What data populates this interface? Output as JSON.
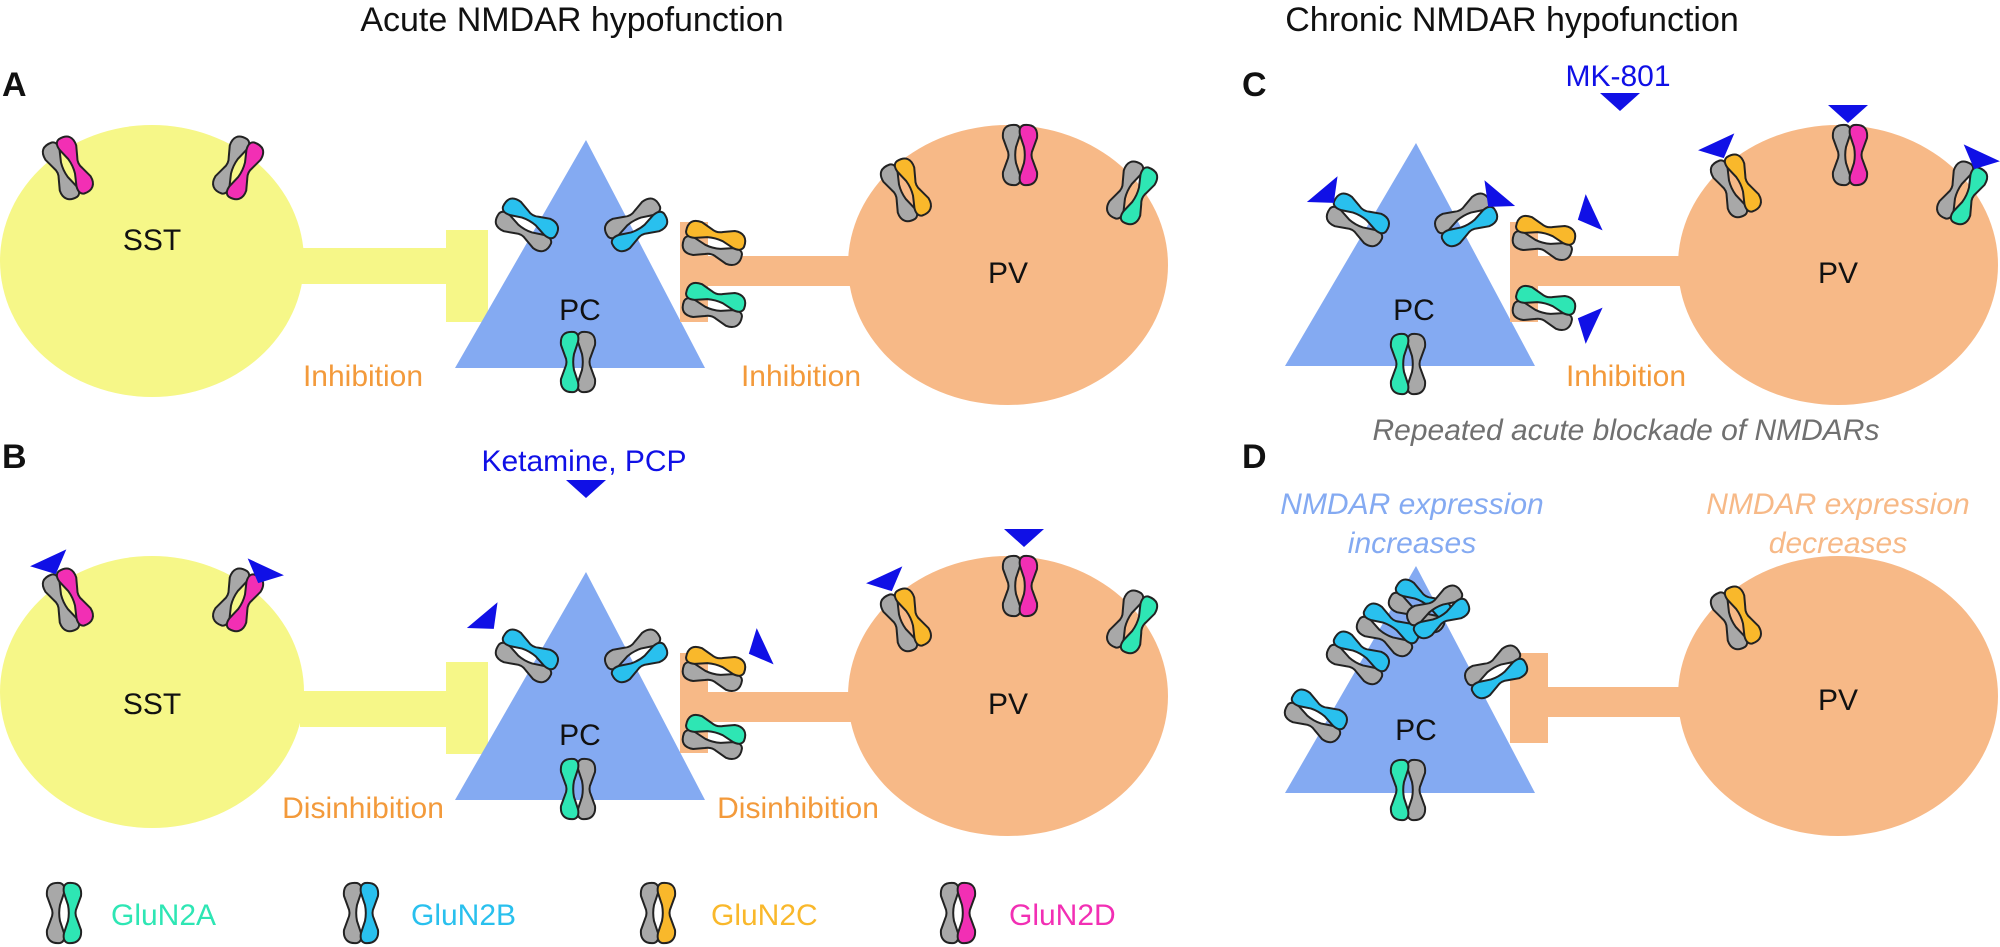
{
  "titles": {
    "acute": "Acute NMDAR hypofunction",
    "chronic": "Chronic NMDAR hypofunction"
  },
  "panels": {
    "a": "A",
    "b": "B",
    "c": "C",
    "d": "D"
  },
  "cells": {
    "sst": "SST",
    "pc": "PC",
    "pv": "PV"
  },
  "labels": {
    "inhibition": "Inhibition",
    "disinhibition": "Disinhibition",
    "ketamine": "Ketamine, PCP",
    "mk801": "MK-801",
    "repeated": "Repeated acute blockade of NMDARs",
    "increase_line1": "NMDAR expression",
    "increase_line2": "increases",
    "decrease_line1": "NMDAR expression",
    "decrease_line2": "decreases"
  },
  "legend": [
    {
      "label": "GluN2A",
      "color": "#2ee6b4"
    },
    {
      "label": "GluN2B",
      "color": "#29c0ee"
    },
    {
      "label": "GluN2C",
      "color": "#f9b82b"
    },
    {
      "label": "GluN2D",
      "color": "#f22fb4"
    }
  ],
  "colors": {
    "sst": "#f6f788",
    "pc": "#84aaf2",
    "pv": "#f7b987",
    "grey_subunit": "#a8a8a8",
    "blocker": "#1010e6",
    "inhibition_text": "#f39a3b",
    "italic_text": "#707070",
    "increase_text": "#84aaf2",
    "decrease_text": "#f7b987"
  }
}
